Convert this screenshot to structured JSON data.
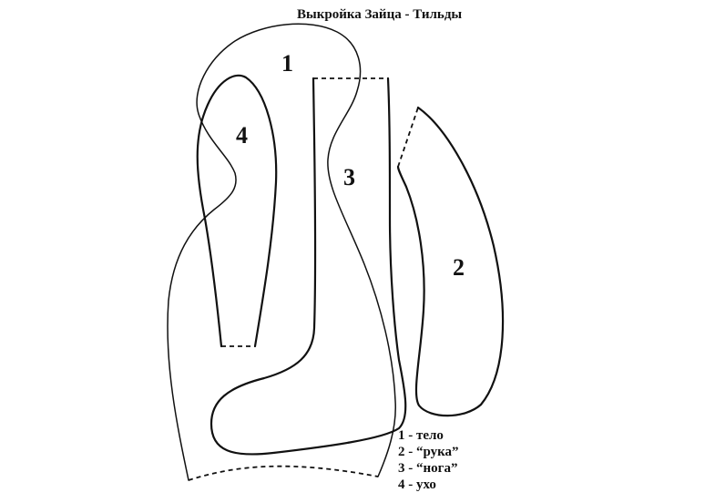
{
  "title": "Выкройка Зайца - Тильды",
  "pieces": [
    {
      "number": "1"
    },
    {
      "number": "2"
    },
    {
      "number": "3"
    },
    {
      "number": "4"
    }
  ],
  "legend": [
    "1 - тело",
    "2 - “рука”",
    "3 - “нога”",
    "4 - ухо"
  ]
}
